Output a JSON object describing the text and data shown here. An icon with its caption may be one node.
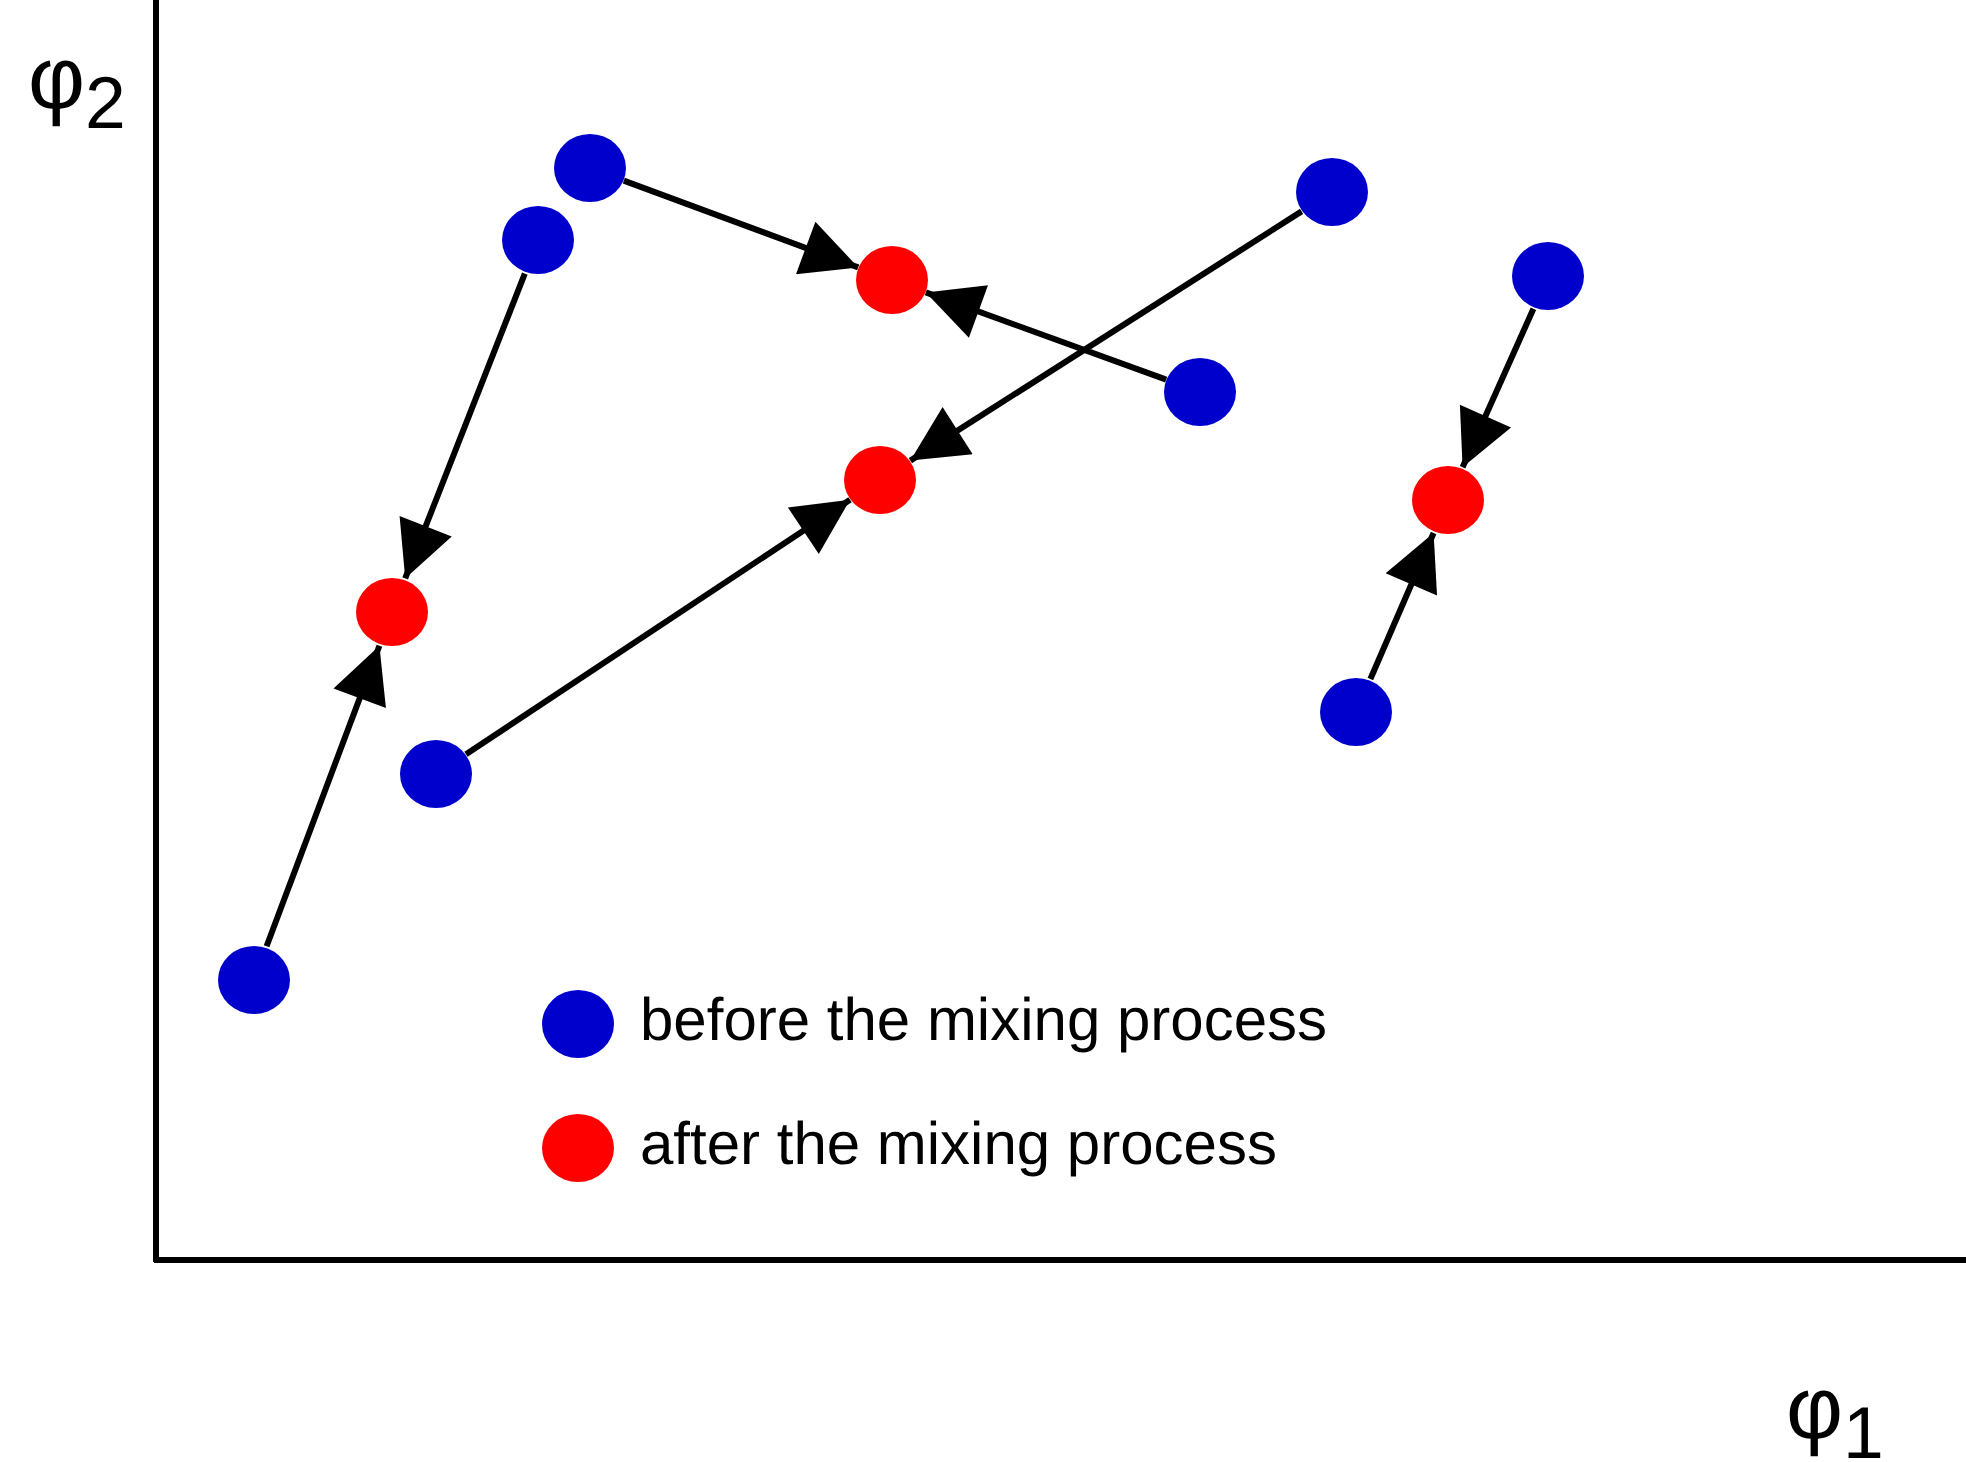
{
  "diagram": {
    "nodes": [
      {
        "text": [],
        "shape": "circle"
      },
      {
        "text": [],
        "shape": "circle"
      },
      {
        "text": [],
        "shape": "circle"
      },
      {
        "text": [],
        "shape": "circle"
      },
      {
        "text": [],
        "shape": "circle"
      },
      {
        "text": [],
        "shape": "circle"
      },
      {
        "text": [],
        "shape": "circle"
      },
      {
        "text": [],
        "shape": "circle"
      },
      {
        "text": [],
        "shape": "circle"
      },
      {
        "text": [],
        "shape": "circle"
      },
      {
        "text": [],
        "shape": "circle"
      },
      {
        "text": [],
        "shape": "circle"
      }
    ],
    "edges": [
      {
        "from": 0,
        "to": 1,
        "arrow": "to"
      },
      {
        "from": 3,
        "to": 1,
        "arrow": "to"
      },
      {
        "from": 2,
        "to": 5,
        "arrow": "to"
      },
      {
        "from": 8,
        "to": 5,
        "arrow": "to"
      },
      {
        "from": 4,
        "to": 6,
        "arrow": "to"
      },
      {
        "from": 7,
        "to": 6,
        "arrow": "to"
      },
      {
        "from": 9,
        "to": 10,
        "arrow": "to"
      },
      {
        "from": 11,
        "to": 10,
        "arrow": "to"
      }
    ],
    "labels": [
      "φ$_{2}$",
      "φ$_{1}$"
    ],
    "legend": [
      {
        "text": "before the mixing process",
        "color": "#0000cc"
      },
      {
        "text": "after the mixing process",
        "color": "#ff0000"
      }
    ]
  }
}
